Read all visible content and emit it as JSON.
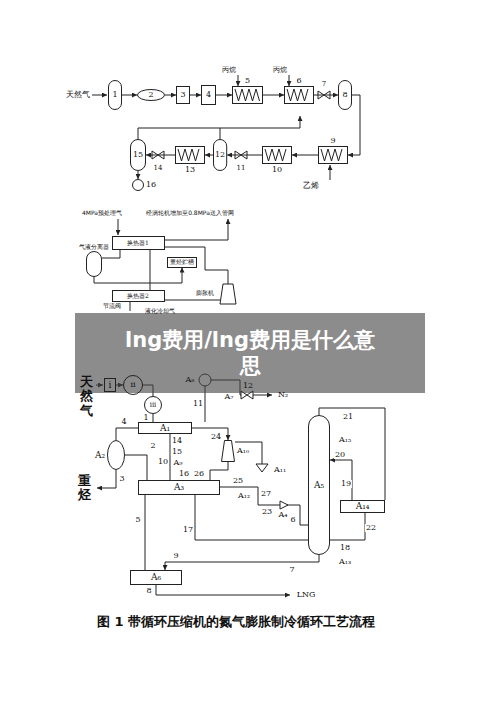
{
  "diagram": {
    "caption": "图 1 带循环压缩机的氮气膨胀制冷循环工艺流程",
    "nodes": [
      {
        "text": [
          "1"
        ]
      },
      {
        "text": [
          "2"
        ]
      },
      {
        "text": [
          "3"
        ]
      },
      {
        "text": [
          "4"
        ]
      },
      {
        "text": [
          "5"
        ]
      },
      {
        "text": [
          "6"
        ]
      },
      {
        "text": [
          "8"
        ]
      },
      {
        "text": [
          "9"
        ]
      },
      {
        "text": [
          "10"
        ]
      },
      {
        "text": [
          "12"
        ]
      },
      {
        "text": [
          "13"
        ]
      },
      {
        "text": [
          "15"
        ]
      },
      {
        "text": [
          "16"
        ]
      },
      {
        "text": [
          "换热器1"
        ]
      },
      {
        "text": [
          "重烃贮槽"
        ]
      },
      {
        "text": [
          "换热器2"
        ]
      },
      {
        "text": [
          "气液分离器"
        ]
      },
      {
        "text": [
          "i"
        ]
      },
      {
        "text": [
          "ii"
        ]
      },
      {
        "text": [
          "iii"
        ]
      },
      {
        "text": [
          "A₁"
        ]
      },
      {
        "text": [
          "A₂"
        ]
      },
      {
        "text": [
          "A₃"
        ]
      },
      {
        "text": [
          "A₆"
        ]
      },
      {
        "text": [
          "A₅"
        ]
      },
      {
        "text": [
          "A₁₄"
        ]
      },
      {
        "text": [
          "A₁₀"
        ]
      }
    ],
    "edges": [
      {
        "from": 0,
        "to": 1,
        "arrow": "to"
      },
      {
        "from": 1,
        "to": 2,
        "arrow": "to"
      },
      {
        "from": 2,
        "to": 3,
        "arrow": "to"
      },
      {
        "from": 3,
        "to": 4,
        "arrow": "to"
      },
      {
        "from": 4,
        "to": 5,
        "arrow": "to"
      },
      {
        "from": 5,
        "to": 6,
        "arrow": "to"
      },
      {
        "from": 6,
        "to": 7,
        "arrow": "to"
      },
      {
        "from": 7,
        "to": 8,
        "arrow": "to"
      },
      {
        "from": 8,
        "to": 9,
        "arrow": "to"
      },
      {
        "from": 9,
        "to": 10,
        "arrow": "to"
      },
      {
        "from": 10,
        "to": 11,
        "arrow": "to"
      },
      {
        "from": 11,
        "to": 12,
        "arrow": "to"
      },
      {
        "from": 13,
        "to": 16,
        "arrow": "none"
      },
      {
        "from": 16,
        "to": 14,
        "arrow": "to"
      },
      {
        "from": 13,
        "to": 15,
        "arrow": "none"
      },
      {
        "from": 17,
        "to": 18,
        "arrow": "to"
      },
      {
        "from": 18,
        "to": 19,
        "arrow": "none"
      },
      {
        "from": 19,
        "to": 20,
        "arrow": "none"
      },
      {
        "from": 20,
        "to": 21,
        "arrow": "none"
      },
      {
        "from": 21,
        "to": 22,
        "arrow": "none"
      },
      {
        "from": 20,
        "to": 22,
        "arrow": "none"
      },
      {
        "from": 22,
        "to": 23,
        "arrow": "none"
      },
      {
        "from": 22,
        "to": 24,
        "arrow": "none"
      },
      {
        "from": 24,
        "to": 23,
        "arrow": "to"
      },
      {
        "from": 24,
        "to": 25,
        "arrow": "none"
      },
      {
        "from": 25,
        "to": 24,
        "arrow": "to"
      },
      {
        "from": 20,
        "to": 26,
        "arrow": "to"
      },
      {
        "from": 26,
        "to": 22,
        "arrow": "none"
      }
    ],
    "labels": [
      "天然气",
      "丙烷",
      "丙烷",
      "7",
      "乙烯",
      "11",
      "14",
      "4MPa预处理气",
      "经涡轮机增加至0.8MPa送入管网",
      "膨胀机",
      "节流阀",
      "液化冷却气",
      "lng费用/lng费用是什么意思",
      "天然气",
      "1",
      "2",
      "3",
      "4",
      "5",
      "6",
      "7",
      "8",
      "9",
      "10",
      "11",
      "12",
      "14",
      "15",
      "16",
      "17",
      "18",
      "19",
      "20",
      "21",
      "22",
      "23",
      "24",
      "25",
      "26",
      "27",
      "重烃",
      "A₇",
      "A₈",
      "A₉",
      "A₁₁",
      "A₁₂",
      "A₄",
      "A₁₃",
      "A₁₅",
      "N₂",
      "LNG"
    ]
  }
}
